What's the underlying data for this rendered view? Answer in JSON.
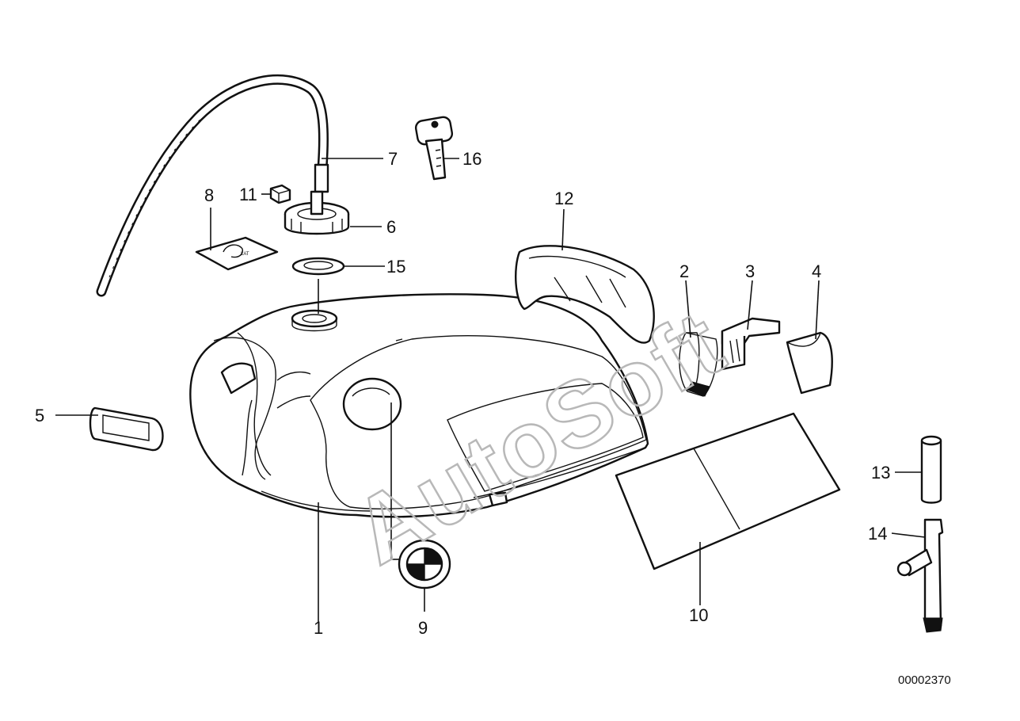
{
  "diagram": {
    "document_number": "00002370",
    "watermark": "AutoSoft",
    "callouts": {
      "c1": "1",
      "c2": "2",
      "c3": "3",
      "c4": "4",
      "c5": "5",
      "c6": "6",
      "c7": "7",
      "c8": "8",
      "c9": "9",
      "c10": "10",
      "c11": "11",
      "c12": "12",
      "c13": "13",
      "c14": "14",
      "c15": "15",
      "c16": "16"
    }
  }
}
